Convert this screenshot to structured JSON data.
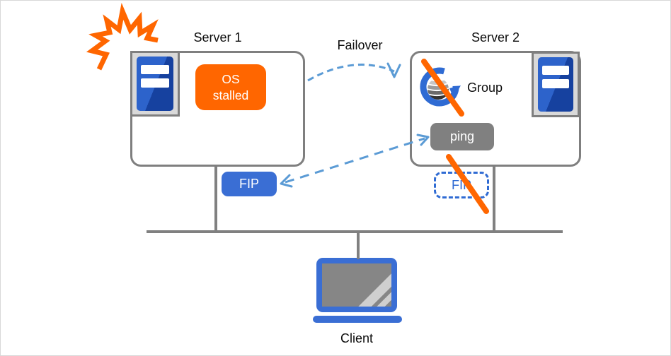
{
  "server1": {
    "title": "Server 1",
    "fault_label": "OS stalled",
    "fip_label": "FIP"
  },
  "server2": {
    "title": "Server 2",
    "group_label": "Group",
    "ping_label": "ping",
    "fip_label": "FIP"
  },
  "network": {
    "failover_label": "Failover",
    "client_label": "Client"
  },
  "colors": {
    "alert_orange": "#FF6600",
    "primary_blue": "#3A6ED4",
    "arrow_blue": "#5B9BD5",
    "icon_blue": "#2F6BD3",
    "tower_blue_dark": "#16419F",
    "tower_blue_light": "#2D63CB",
    "line_gray": "#808080"
  }
}
